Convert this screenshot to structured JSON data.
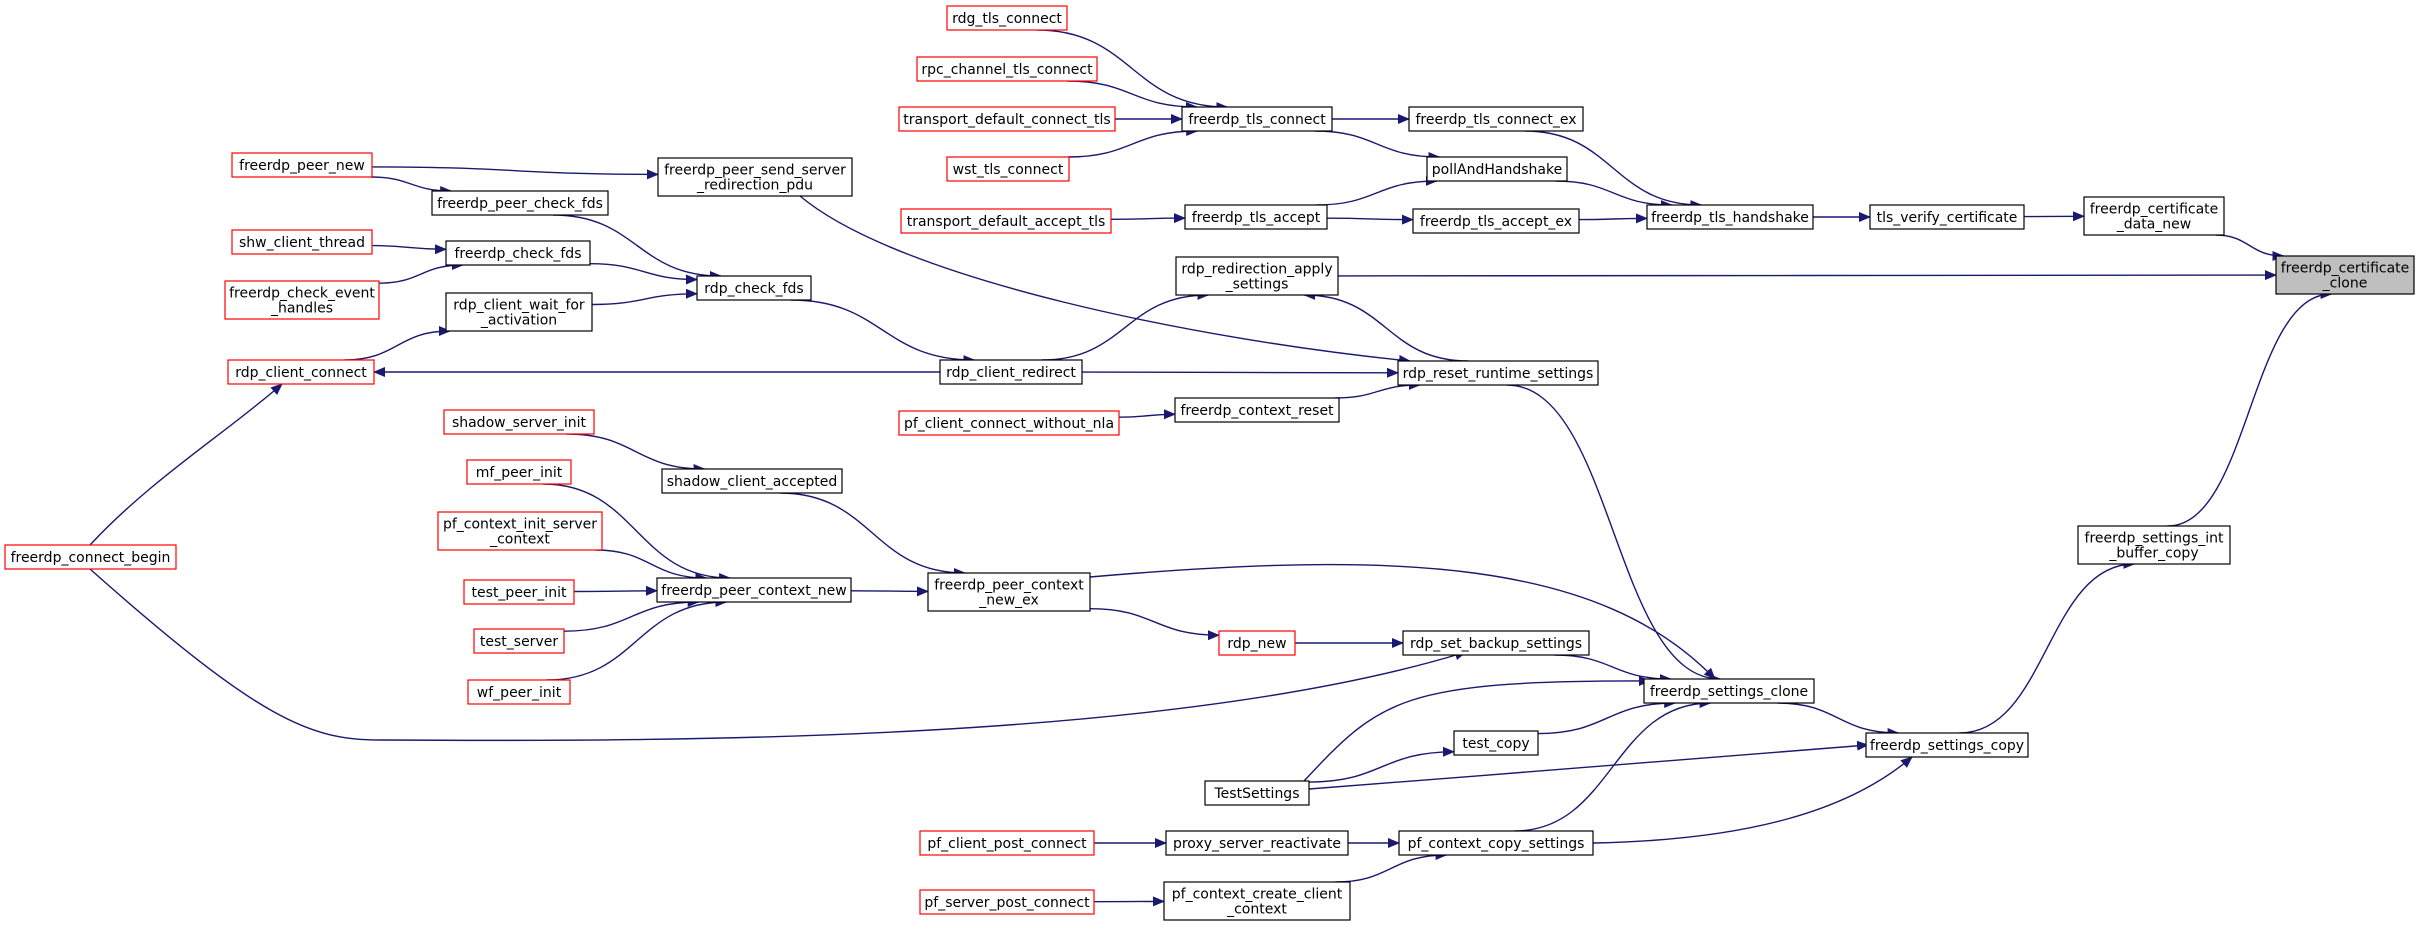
{
  "colors": {
    "edge": "#191970",
    "external_border": "#ff0000",
    "internal_border": "#000000",
    "target_fill": "#bfbfbf"
  },
  "nodes": [
    {
      "id": "target",
      "lines": [
        "freerdp_certificate",
        "_clone"
      ],
      "kind": "target"
    },
    {
      "id": "cert_data_new",
      "lines": [
        "freerdp_certificate",
        "_data_new"
      ],
      "kind": "normal"
    },
    {
      "id": "settings_int_buffer_copy",
      "lines": [
        "freerdp_settings_int",
        "_buffer_copy"
      ],
      "kind": "normal"
    },
    {
      "id": "tls_verify_certificate",
      "lines": [
        "tls_verify_certificate"
      ],
      "kind": "normal"
    },
    {
      "id": "freerdp_tls_handshake",
      "lines": [
        "freerdp_tls_handshake"
      ],
      "kind": "normal"
    },
    {
      "id": "freerdp_tls_connect_ex",
      "lines": [
        "freerdp_tls_connect_ex"
      ],
      "kind": "normal"
    },
    {
      "id": "pollAndHandshake",
      "lines": [
        "pollAndHandshake"
      ],
      "kind": "normal"
    },
    {
      "id": "freerdp_tls_accept_ex",
      "lines": [
        "freerdp_tls_accept_ex"
      ],
      "kind": "normal"
    },
    {
      "id": "freerdp_tls_connect",
      "lines": [
        "freerdp_tls_connect"
      ],
      "kind": "normal"
    },
    {
      "id": "freerdp_tls_accept",
      "lines": [
        "freerdp_tls_accept"
      ],
      "kind": "normal"
    },
    {
      "id": "rdg_tls_connect",
      "lines": [
        "rdg_tls_connect"
      ],
      "kind": "red"
    },
    {
      "id": "rpc_channel_tls_connect",
      "lines": [
        "rpc_channel_tls_connect"
      ],
      "kind": "red"
    },
    {
      "id": "transport_default_connect_tls",
      "lines": [
        "transport_default_connect_tls"
      ],
      "kind": "red"
    },
    {
      "id": "wst_tls_connect",
      "lines": [
        "wst_tls_connect"
      ],
      "kind": "red"
    },
    {
      "id": "transport_default_accept_tls",
      "lines": [
        "transport_default_accept_tls"
      ],
      "kind": "red"
    },
    {
      "id": "rdp_redirection_apply_settings",
      "lines": [
        "rdp_redirection_apply",
        "_settings"
      ],
      "kind": "normal"
    },
    {
      "id": "rdp_reset_runtime_settings",
      "lines": [
        "rdp_reset_runtime_settings"
      ],
      "kind": "normal"
    },
    {
      "id": "freerdp_peer_send_server_redirection_pdu",
      "lines": [
        "freerdp_peer_send_server",
        "_redirection_pdu"
      ],
      "kind": "normal"
    },
    {
      "id": "rdp_client_redirect",
      "lines": [
        "rdp_client_redirect"
      ],
      "kind": "normal"
    },
    {
      "id": "freerdp_context_reset",
      "lines": [
        "freerdp_context_reset"
      ],
      "kind": "normal"
    },
    {
      "id": "pf_client_connect_without_nla",
      "lines": [
        "pf_client_connect_without_nla"
      ],
      "kind": "red"
    },
    {
      "id": "rdp_check_fds",
      "lines": [
        "rdp_check_fds"
      ],
      "kind": "normal"
    },
    {
      "id": "freerdp_peer_new",
      "lines": [
        "freerdp_peer_new"
      ],
      "kind": "red"
    },
    {
      "id": "freerdp_peer_check_fds",
      "lines": [
        "freerdp_peer_check_fds"
      ],
      "kind": "normal"
    },
    {
      "id": "shw_client_thread",
      "lines": [
        "shw_client_thread"
      ],
      "kind": "red"
    },
    {
      "id": "freerdp_check_fds",
      "lines": [
        "freerdp_check_fds"
      ],
      "kind": "normal"
    },
    {
      "id": "freerdp_check_event_handles",
      "lines": [
        "freerdp_check_event",
        "_handles"
      ],
      "kind": "red"
    },
    {
      "id": "rdp_client_wait_for_activation",
      "lines": [
        "rdp_client_wait_for",
        "_activation"
      ],
      "kind": "normal"
    },
    {
      "id": "rdp_client_connect",
      "lines": [
        "rdp_client_connect"
      ],
      "kind": "red"
    },
    {
      "id": "freerdp_connect_begin",
      "lines": [
        "freerdp_connect_begin"
      ],
      "kind": "red"
    },
    {
      "id": "shadow_server_init",
      "lines": [
        "shadow_server_init"
      ],
      "kind": "red"
    },
    {
      "id": "shadow_client_accepted",
      "lines": [
        "shadow_client_accepted"
      ],
      "kind": "normal"
    },
    {
      "id": "mf_peer_init",
      "lines": [
        "mf_peer_init"
      ],
      "kind": "red"
    },
    {
      "id": "pf_context_init_server_context",
      "lines": [
        "pf_context_init_server",
        "_context"
      ],
      "kind": "red"
    },
    {
      "id": "test_peer_init",
      "lines": [
        "test_peer_init"
      ],
      "kind": "red"
    },
    {
      "id": "test_server",
      "lines": [
        "test_server"
      ],
      "kind": "red"
    },
    {
      "id": "wf_peer_init",
      "lines": [
        "wf_peer_init"
      ],
      "kind": "red"
    },
    {
      "id": "freerdp_peer_context_new",
      "lines": [
        "freerdp_peer_context_new"
      ],
      "kind": "normal"
    },
    {
      "id": "freerdp_peer_context_new_ex",
      "lines": [
        "freerdp_peer_context",
        "_new_ex"
      ],
      "kind": "normal"
    },
    {
      "id": "rdp_new",
      "lines": [
        "rdp_new"
      ],
      "kind": "red"
    },
    {
      "id": "rdp_set_backup_settings",
      "lines": [
        "rdp_set_backup_settings"
      ],
      "kind": "normal"
    },
    {
      "id": "freerdp_settings_clone",
      "lines": [
        "freerdp_settings_clone"
      ],
      "kind": "normal"
    },
    {
      "id": "freerdp_settings_copy",
      "lines": [
        "freerdp_settings_copy"
      ],
      "kind": "normal"
    },
    {
      "id": "test_copy",
      "lines": [
        "test_copy"
      ],
      "kind": "normal"
    },
    {
      "id": "TestSettings",
      "lines": [
        "TestSettings"
      ],
      "kind": "normal"
    },
    {
      "id": "pf_context_copy_settings",
      "lines": [
        "pf_context_copy_settings"
      ],
      "kind": "normal"
    },
    {
      "id": "proxy_server_reactivate",
      "lines": [
        "proxy_server_reactivate"
      ],
      "kind": "normal"
    },
    {
      "id": "pf_client_post_connect",
      "lines": [
        "pf_client_post_connect"
      ],
      "kind": "red"
    },
    {
      "id": "pf_context_create_client_context",
      "lines": [
        "pf_context_create_client",
        "_context"
      ],
      "kind": "normal"
    },
    {
      "id": "pf_server_post_connect",
      "lines": [
        "pf_server_post_connect"
      ],
      "kind": "red"
    }
  ],
  "edges": [
    {
      "from": "cert_data_new",
      "to": "target"
    },
    {
      "from": "rdp_redirection_apply_settings",
      "to": "target"
    },
    {
      "from": "settings_int_buffer_copy",
      "to": "target"
    },
    {
      "from": "tls_verify_certificate",
      "to": "cert_data_new"
    },
    {
      "from": "freerdp_tls_handshake",
      "to": "tls_verify_certificate"
    },
    {
      "from": "freerdp_tls_connect_ex",
      "to": "freerdp_tls_handshake"
    },
    {
      "from": "pollAndHandshake",
      "to": "freerdp_tls_handshake"
    },
    {
      "from": "freerdp_tls_accept_ex",
      "to": "freerdp_tls_handshake"
    },
    {
      "from": "freerdp_tls_connect",
      "to": "freerdp_tls_connect_ex"
    },
    {
      "from": "freerdp_tls_connect",
      "to": "pollAndHandshake"
    },
    {
      "from": "freerdp_tls_accept",
      "to": "pollAndHandshake"
    },
    {
      "from": "freerdp_tls_accept",
      "to": "freerdp_tls_accept_ex"
    },
    {
      "from": "rdg_tls_connect",
      "to": "freerdp_tls_connect"
    },
    {
      "from": "rpc_channel_tls_connect",
      "to": "freerdp_tls_connect"
    },
    {
      "from": "transport_default_connect_tls",
      "to": "freerdp_tls_connect"
    },
    {
      "from": "wst_tls_connect",
      "to": "freerdp_tls_connect"
    },
    {
      "from": "transport_default_accept_tls",
      "to": "freerdp_tls_accept"
    },
    {
      "from": "rdp_reset_runtime_settings",
      "to": "rdp_redirection_apply_settings"
    },
    {
      "from": "rdp_client_redirect",
      "to": "rdp_redirection_apply_settings"
    },
    {
      "from": "freerdp_peer_send_server_redirection_pdu",
      "to": "rdp_reset_runtime_settings"
    },
    {
      "from": "rdp_client_redirect",
      "to": "rdp_reset_runtime_settings"
    },
    {
      "from": "freerdp_context_reset",
      "to": "rdp_reset_runtime_settings"
    },
    {
      "from": "freerdp_peer_new",
      "to": "freerdp_peer_send_server_redirection_pdu"
    },
    {
      "from": "pf_client_connect_without_nla",
      "to": "freerdp_context_reset"
    },
    {
      "from": "rdp_client_redirect",
      "to": "rdp_client_connect"
    },
    {
      "from": "rdp_check_fds",
      "to": "rdp_client_redirect"
    },
    {
      "from": "freerdp_peer_check_fds",
      "to": "rdp_check_fds"
    },
    {
      "from": "freerdp_check_fds",
      "to": "rdp_check_fds"
    },
    {
      "from": "rdp_client_wait_for_activation",
      "to": "rdp_check_fds"
    },
    {
      "from": "freerdp_peer_new",
      "to": "freerdp_peer_check_fds"
    },
    {
      "from": "shw_client_thread",
      "to": "freerdp_check_fds"
    },
    {
      "from": "freerdp_check_event_handles",
      "to": "freerdp_check_fds"
    },
    {
      "from": "rdp_client_connect",
      "to": "rdp_client_wait_for_activation"
    },
    {
      "from": "freerdp_connect_begin",
      "to": "rdp_client_connect"
    },
    {
      "from": "rdp_reset_runtime_settings",
      "to": "freerdp_settings_clone"
    },
    {
      "from": "freerdp_peer_context_new_ex",
      "to": "freerdp_settings_clone"
    },
    {
      "from": "rdp_set_backup_settings",
      "to": "freerdp_settings_clone"
    },
    {
      "from": "TestSettings",
      "to": "freerdp_settings_clone"
    },
    {
      "from": "test_copy",
      "to": "freerdp_settings_clone"
    },
    {
      "from": "pf_context_copy_settings",
      "to": "freerdp_settings_clone"
    },
    {
      "from": "freerdp_settings_clone",
      "to": "freerdp_settings_copy"
    },
    {
      "from": "TestSettings",
      "to": "freerdp_settings_copy"
    },
    {
      "from": "pf_context_copy_settings",
      "to": "freerdp_settings_copy"
    },
    {
      "from": "freerdp_settings_copy",
      "to": "settings_int_buffer_copy"
    },
    {
      "from": "shadow_server_init",
      "to": "shadow_client_accepted"
    },
    {
      "from": "shadow_client_accepted",
      "to": "freerdp_peer_context_new_ex"
    },
    {
      "from": "freerdp_peer_context_new",
      "to": "freerdp_peer_context_new_ex"
    },
    {
      "from": "mf_peer_init",
      "to": "freerdp_peer_context_new"
    },
    {
      "from": "pf_context_init_server_context",
      "to": "freerdp_peer_context_new"
    },
    {
      "from": "test_peer_init",
      "to": "freerdp_peer_context_new"
    },
    {
      "from": "test_server",
      "to": "freerdp_peer_context_new"
    },
    {
      "from": "wf_peer_init",
      "to": "freerdp_peer_context_new"
    },
    {
      "from": "freerdp_peer_context_new_ex",
      "to": "rdp_new"
    },
    {
      "from": "rdp_new",
      "to": "rdp_set_backup_settings"
    },
    {
      "from": "freerdp_connect_begin",
      "to": "rdp_set_backup_settings"
    },
    {
      "from": "TestSettings",
      "to": "test_copy"
    },
    {
      "from": "proxy_server_reactivate",
      "to": "pf_context_copy_settings"
    },
    {
      "from": "pf_context_create_client_context",
      "to": "pf_context_copy_settings"
    },
    {
      "from": "pf_client_post_connect",
      "to": "proxy_server_reactivate"
    },
    {
      "from": "pf_server_post_connect",
      "to": "pf_context_create_client_context"
    }
  ]
}
